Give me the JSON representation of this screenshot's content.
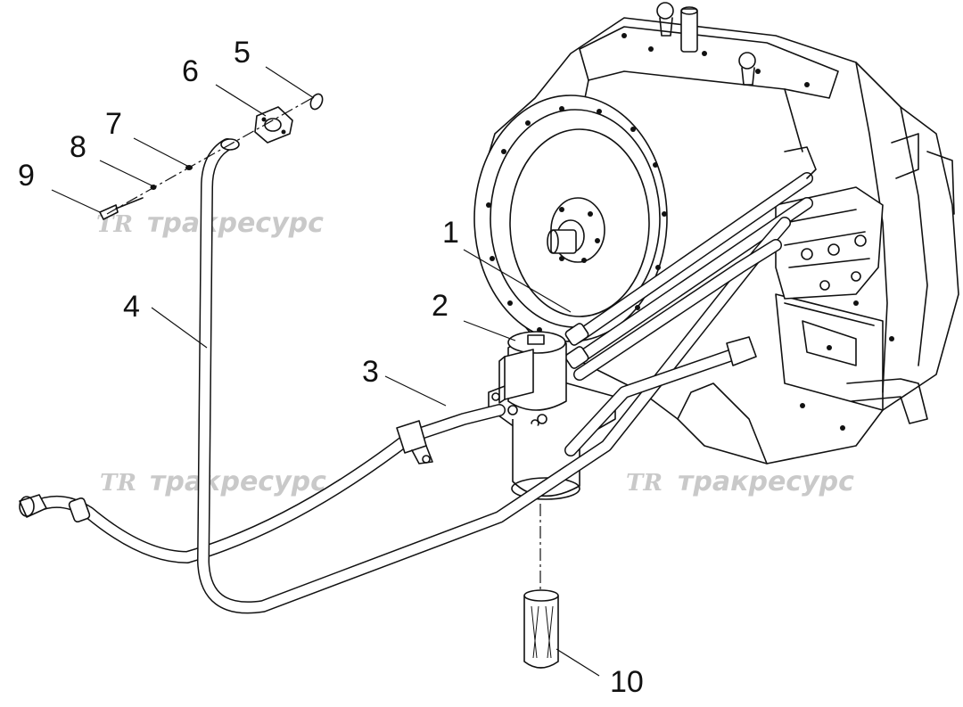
{
  "callouts": {
    "c1": "1",
    "c2": "2",
    "c3": "3",
    "c4": "4",
    "c5": "5",
    "c6": "6",
    "c7": "7",
    "c8": "8",
    "c9": "9",
    "c10": "10"
  },
  "watermark": {
    "logo": "TR",
    "text": "тракресурс"
  },
  "colors": {
    "line": "#111111",
    "watermark": "#c9c9c9",
    "background": "#ffffff"
  }
}
